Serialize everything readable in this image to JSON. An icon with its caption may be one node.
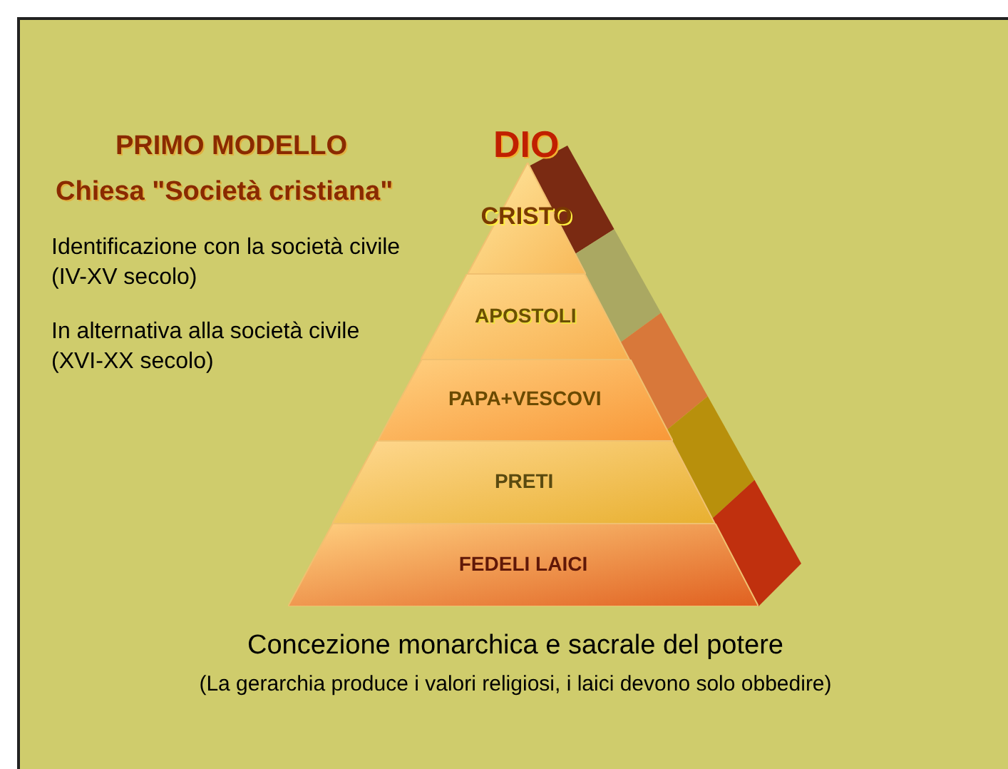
{
  "diagram": {
    "title": "PRIMO MODELLO",
    "nodes": [
      {
        "text": [
          "CRISTO"
        ]
      },
      {
        "text": [
          "APOSTOLI"
        ]
      },
      {
        "text": [
          "PAPA+VESCOVI"
        ]
      },
      {
        "text": [
          "PRETI"
        ]
      },
      {
        "text": [
          "FEDELI LAICI"
        ]
      }
    ],
    "labels": [
      "Chiesa \"Società cristiana\"",
      "Identificazione con la società civile (IV-XV secolo)",
      "In alternativa alla società civile (XVI-XX secolo)",
      "DIO",
      "Concezione monarchica e sacrale del potere",
      "(La gerarchia produce i valori religiosi, i laici devono solo obbedire)"
    ]
  }
}
